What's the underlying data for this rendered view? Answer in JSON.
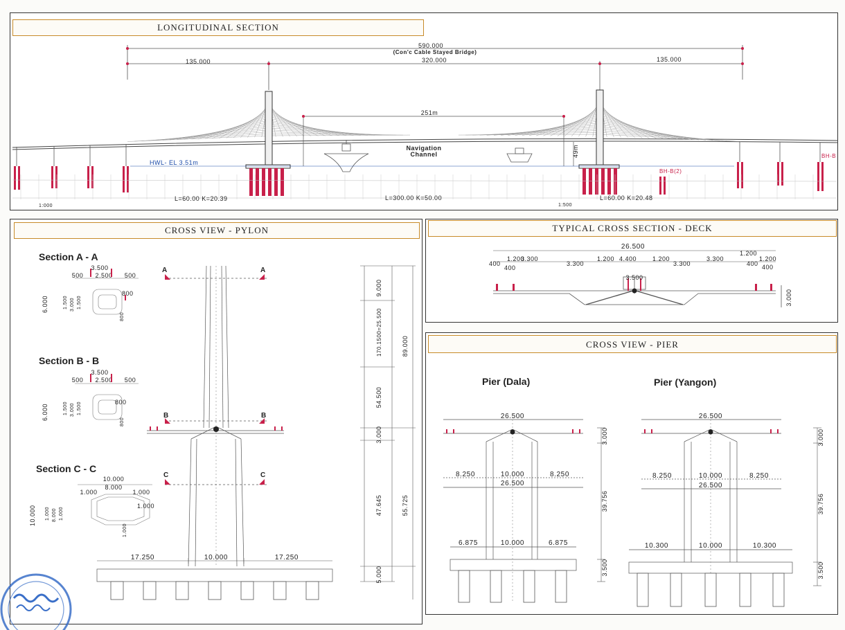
{
  "titles": {
    "longitudinal": "LONGITUDINAL SECTION",
    "pylon": "CROSS VIEW  -  PYLON",
    "deck": "TYPICAL CROSS SECTION  -  DECK",
    "pier": "CROSS VIEW  -  PIER"
  },
  "longitudinal": {
    "total": "590.000",
    "bridge_type": "(Con'c Cable Stayed Bridge)",
    "side_left": "135.000",
    "main_span": "320.000",
    "side_right": "135.000",
    "clearance": "251m",
    "hwl": "HWL- EL 3.51m",
    "nav_1": "Navigation",
    "nav_2": "Channel",
    "vertical": "49m",
    "bh": "BH-B(2)",
    "bh2": "BH-B",
    "scale_left": "1:000",
    "scale_right": "1:500",
    "station_left": "L=60.00 K=20.39",
    "station_mid": "L=300.00 K=50.00",
    "station_right": "L=60.00 K=20.48"
  },
  "pylon": {
    "section_a": "Section A - A",
    "section_b": "Section B - B",
    "section_c": "Section C - C",
    "a_dims": [
      "3.500",
      "500",
      "2.500",
      "500",
      "800",
      "6.000",
      "1.500",
      "3.000",
      "1.500",
      "800"
    ],
    "b_dims": [
      "3.500",
      "500",
      "2.500",
      "500",
      "800",
      "6.000",
      "1.500",
      "3.000",
      "1.500",
      "800"
    ],
    "c_dims": [
      "10.000",
      "1.000",
      "8.000",
      "1.000",
      "1.000",
      "10.000",
      "1.000",
      "8.000",
      "1.000",
      "1.000"
    ],
    "mark_a": "A",
    "mark_b": "B",
    "mark_c": "C",
    "base_left": "17.250",
    "base_mid": "10.000",
    "base_right": "17.250",
    "v_top": "9.000",
    "v_upper": "170.1500=25.500",
    "v_mid": "54.500",
    "v_deck": "3.000",
    "v_lower": "47.645",
    "v_total_upper": "89.000",
    "v_total_lower": "55.725",
    "v_footing": "5.000"
  },
  "deck": {
    "total": "26.500",
    "d1": "1.200",
    "d2": "400",
    "d3": "400",
    "d4": "3.300",
    "d5": "3.300",
    "d6": "1.200",
    "d7": "4.400",
    "d8": "1.200",
    "d9": "3.300",
    "d10": "3.300",
    "d11": "1.200",
    "d12": "400",
    "d13": "400",
    "d14": "1.200",
    "core": "3.500",
    "depth": "3.000"
  },
  "pier": {
    "dala": "Pier (Dala)",
    "yangon": "Pier (Yangon)",
    "dala_top": "26.500",
    "dala_cap_l": "8.250",
    "dala_cap_m": "10.000",
    "dala_cap_r": "8.250",
    "dala_cap_total": "26.500",
    "dala_base_l": "6.875",
    "dala_base_m": "10.000",
    "dala_base_r": "6.875",
    "yangon_top": "26.500",
    "yangon_cap_l": "8.250",
    "yangon_cap_m": "10.000",
    "yangon_cap_r": "8.250",
    "yangon_cap_total": "26.500",
    "yangon_base_l": "10.300",
    "yangon_base_m": "10.000",
    "yangon_base_r": "10.300",
    "h_top": "3.000",
    "h_mid_dala": "39.756",
    "h_mid_yangon": "39.756",
    "h_base": "3.500",
    "h_base2": "3.500"
  },
  "colors": {
    "accent_red": "#c8204a",
    "frame_orange": "#c78a28",
    "ink": "#222222",
    "blue_text": "#1a4aa8",
    "stamp": "#3a6fc8"
  },
  "stamp_icon": "official-seal"
}
